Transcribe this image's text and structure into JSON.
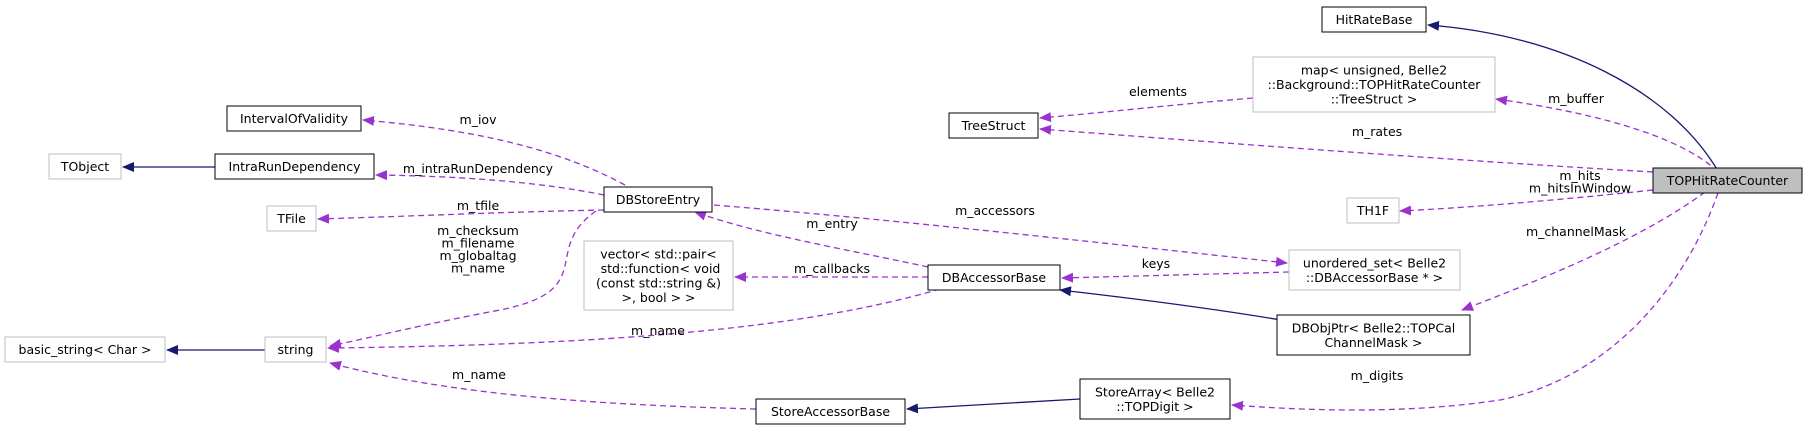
{
  "colors": {
    "background": "#ffffff",
    "focus_fill": "#bfbfbf",
    "node_border": "#000000",
    "external_border": "#bfbfbf",
    "inheritance_edge": "#191970",
    "usage_edge": "#9a32cd"
  },
  "nodes": {
    "hitratebase": {
      "lines": [
        "HitRateBase"
      ]
    },
    "mapstruct": {
      "lines": [
        "map< unsigned, Belle2",
        "::Background::TOPHitRateCounter",
        "::TreeStruct >"
      ]
    },
    "treestruct": {
      "lines": [
        "TreeStruct"
      ]
    },
    "tophitratecounter": {
      "lines": [
        "TOPHitRateCounter"
      ]
    },
    "th1f": {
      "lines": [
        "TH1F"
      ]
    },
    "unorderedset": {
      "lines": [
        "unordered_set< Belle2",
        "::DBAccessorBase * >"
      ]
    },
    "dbobjptr": {
      "lines": [
        "DBObjPtr< Belle2::TOPCal",
        "ChannelMask >"
      ]
    },
    "storearray": {
      "lines": [
        "StoreArray< Belle2",
        "::TOPDigit >"
      ]
    },
    "storeaccessorbase": {
      "lines": [
        "StoreAccessorBase"
      ]
    },
    "dbaccessorbase": {
      "lines": [
        "DBAccessorBase"
      ]
    },
    "vectorpair": {
      "lines": [
        "vector< std::pair<",
        " std::function< void",
        "(const std::string &)",
        ">, bool > >"
      ]
    },
    "dbstoreentry": {
      "lines": [
        "DBStoreEntry"
      ]
    },
    "intervalofvalidity": {
      "lines": [
        "IntervalOfValidity"
      ]
    },
    "intrarundependency": {
      "lines": [
        "IntraRunDependency"
      ]
    },
    "tobject": {
      "lines": [
        "TObject"
      ]
    },
    "tfile": {
      "lines": [
        "TFile"
      ]
    },
    "string": {
      "lines": [
        "string"
      ]
    },
    "basicstring": {
      "lines": [
        "basic_string< Char >"
      ]
    }
  },
  "edge_labels": {
    "elements": [
      "elements"
    ],
    "m_buffer": [
      "m_buffer"
    ],
    "m_rates": [
      "m_rates"
    ],
    "m_hits": [
      "m_hits",
      "m_hitsInWindow"
    ],
    "m_channelmask": [
      "m_channelMask"
    ],
    "m_digits": [
      "m_digits"
    ],
    "keys": [
      "keys"
    ],
    "m_accessors": [
      "m_accessors"
    ],
    "m_entry": [
      "m_entry"
    ],
    "m_callbacks": [
      "m_callbacks"
    ],
    "m_name_dbaccessor": [
      "m_name"
    ],
    "m_name_storeaccessor": [
      "m_name"
    ],
    "m_iov": [
      "m_iov"
    ],
    "m_intrarundependency": [
      "m_intraRunDependency"
    ],
    "m_tfile": [
      "m_tfile"
    ],
    "dbstoreentry_strings": [
      "m_checksum",
      "m_filename",
      "m_globaltag",
      "m_name"
    ]
  }
}
